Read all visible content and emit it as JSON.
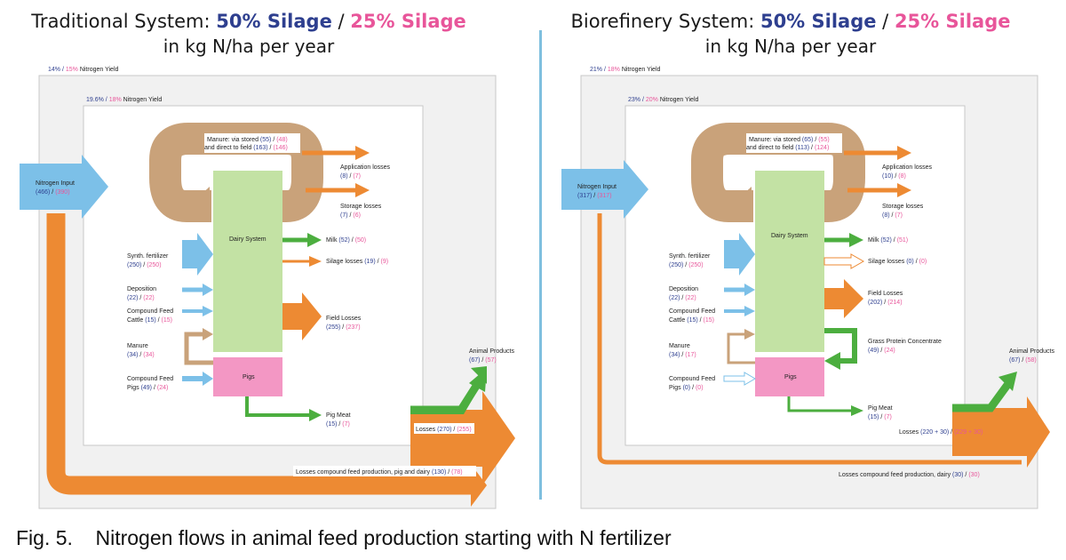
{
  "left": {
    "title_prefix": "Traditional System: ",
    "title_a": "50% Silage",
    "title_sep": " / ",
    "title_b": "25% Silage",
    "subtitle": "in kg N/ha per year",
    "outer_yield": {
      "a": "14%",
      "sep": " / ",
      "b": "15%",
      "label": " Nitrogen Yield"
    },
    "inner_yield": {
      "a": "19.6%",
      "sep": " / ",
      "b": "18%",
      "label": " Nitrogen Yield"
    },
    "nitrogen_input": {
      "label": "Nitrogen Input",
      "a": "(466)",
      "sep": " / ",
      "b": "(390)"
    },
    "manure_loop": {
      "l1": "Manure: via stored ",
      "a1": "(55)",
      "sep": " / ",
      "b1": "(48)",
      "l2": "and direct to field ",
      "a2": "(163)",
      "b2": "(146)"
    },
    "application_losses": {
      "label": "Application losses",
      "a": "(8)",
      "sep": " / ",
      "b": "(7)"
    },
    "storage_losses": {
      "label": "Storage losses",
      "a": "(7)",
      "sep": " / ",
      "b": "(6)"
    },
    "dairy_system": "Dairy System",
    "milk": {
      "label": "Milk ",
      "a": "(52)",
      "sep": " / ",
      "b": "(50)"
    },
    "silage_losses": {
      "label": "Silage losses ",
      "a": "(19)",
      "sep": " / ",
      "b": "(9)"
    },
    "synth_fertilizer": {
      "label": "Synth. fertilizer",
      "a": "(250)",
      "sep": " / ",
      "b": "(250)"
    },
    "deposition": {
      "label": "Deposition",
      "a": "(22)",
      "sep": " / ",
      "b": "(22)"
    },
    "compound_feed_cattle": {
      "l1": "Compound Feed",
      "l2": "Cattle ",
      "a": "(15)",
      "sep": " / ",
      "b": "(15)"
    },
    "field_losses": {
      "label": "Field Losses",
      "a": "(255)",
      "sep": " / ",
      "b": "(237)"
    },
    "manure": {
      "label": "Manure",
      "a": "(34)",
      "sep": " / ",
      "b": "(34)"
    },
    "pigs": "Pigs",
    "compound_feed_pigs": {
      "l1": "Compound Feed",
      "l2": "Pigs ",
      "a": "(49)",
      "sep": " / ",
      "b": "(24)"
    },
    "pig_meat": {
      "label": "Pig Meat",
      "a": "(15)",
      "sep": " / ",
      "b": "(7)"
    },
    "animal_products": {
      "label": "Animal Products",
      "a": "(67)",
      "sep": " / ",
      "b": "(57)"
    },
    "losses": {
      "label": "Losses ",
      "a": "(270)",
      "sep": " / ",
      "b": "(255)"
    },
    "losses_compound": {
      "label": "Losses compound feed production, pig and dairy ",
      "a": "(130)",
      "sep": " / ",
      "b": "(78)"
    }
  },
  "right": {
    "title_prefix": "Biorefinery System: ",
    "title_a": "50% Silage",
    "title_sep": " / ",
    "title_b": "25% Silage",
    "subtitle": "in kg N/ha per year",
    "outer_yield": {
      "a": "21%",
      "sep": " / ",
      "b": "18%",
      "label": " Nitrogen Yield"
    },
    "inner_yield": {
      "a": "23%",
      "sep": " / ",
      "b": "20%",
      "label": " Nitrogen Yield"
    },
    "nitrogen_input": {
      "label": "Nitrogen Input",
      "a": "(317)",
      "sep": " / ",
      "b": "(317)"
    },
    "manure_loop": {
      "l1": "Manure: via stored ",
      "a1": "(65)",
      "sep": " / ",
      "b1": "(55)",
      "l2": "and direct to field ",
      "a2": "(113)",
      "b2": "(124)"
    },
    "application_losses": {
      "label": "Application losses",
      "a": "(10)",
      "sep": " / ",
      "b": "(8)"
    },
    "storage_losses": {
      "label": "Storage losses",
      "a": "(8)",
      "sep": " / ",
      "b": "(7)"
    },
    "dairy_system": "Dairy System",
    "milk": {
      "label": "Milk ",
      "a": "(52)",
      "sep": " / ",
      "b": "(51)"
    },
    "silage_losses": {
      "label": "Silage losses ",
      "a": "(0)",
      "sep": " / ",
      "b": "(0)"
    },
    "synth_fertilizer": {
      "label": "Synth. fertilizer",
      "a": "(250)",
      "sep": " / ",
      "b": "(250)"
    },
    "deposition": {
      "label": "Deposition",
      "a": "(22)",
      "sep": " / ",
      "b": "(22)"
    },
    "compound_feed_cattle": {
      "l1": "Compound Feed",
      "l2": "Cattle ",
      "a": "(15)",
      "sep": " / ",
      "b": "(15)"
    },
    "field_losses": {
      "label": "Field Losses",
      "a": "(202)",
      "sep": " / ",
      "b": "(214)"
    },
    "grass_protein": {
      "label": "Grass Protein Concentrate",
      "a": "(49)",
      "sep": " / ",
      "b": "(24)"
    },
    "manure": {
      "label": "Manure",
      "a": "(34)",
      "sep": " / ",
      "b": "(17)"
    },
    "pigs": "Pigs",
    "compound_feed_pigs": {
      "l1": "Compound Feed",
      "l2": "Pigs ",
      "a": "(0)",
      "sep": " / ",
      "b": "(0)"
    },
    "pig_meat": {
      "label": "Pig Meat",
      "a": "(15)",
      "sep": " / ",
      "b": "(7)"
    },
    "animal_products": {
      "label": "Animal Products",
      "a": "(67)",
      "sep": " / ",
      "b": "(58)"
    },
    "losses": {
      "label": "Losses ",
      "a": "(220 + 30)",
      "sep": " / ",
      "b": "(229 + 30)"
    },
    "losses_compound": {
      "label": "Losses compound feed production, dairy ",
      "a": "(30)",
      "sep": " / ",
      "b": "(30)"
    }
  },
  "caption": {
    "number": "Fig. 5.",
    "text": "Nitrogen flows in animal feed production starting with N fertilizer"
  },
  "colors": {
    "blue_flow": "#7cc0e8",
    "orange_flow": "#ed8a33",
    "tan_flow": "#c9a27a",
    "green_flow": "#4cae3f",
    "dairy_box": "#c3e2a4",
    "pigs_box": "#f397c4",
    "blue_text": "#2e3f8f",
    "pink_text": "#e8559a",
    "frame_gray": "#f1f1f1",
    "separator": "#7fbfdf"
  }
}
